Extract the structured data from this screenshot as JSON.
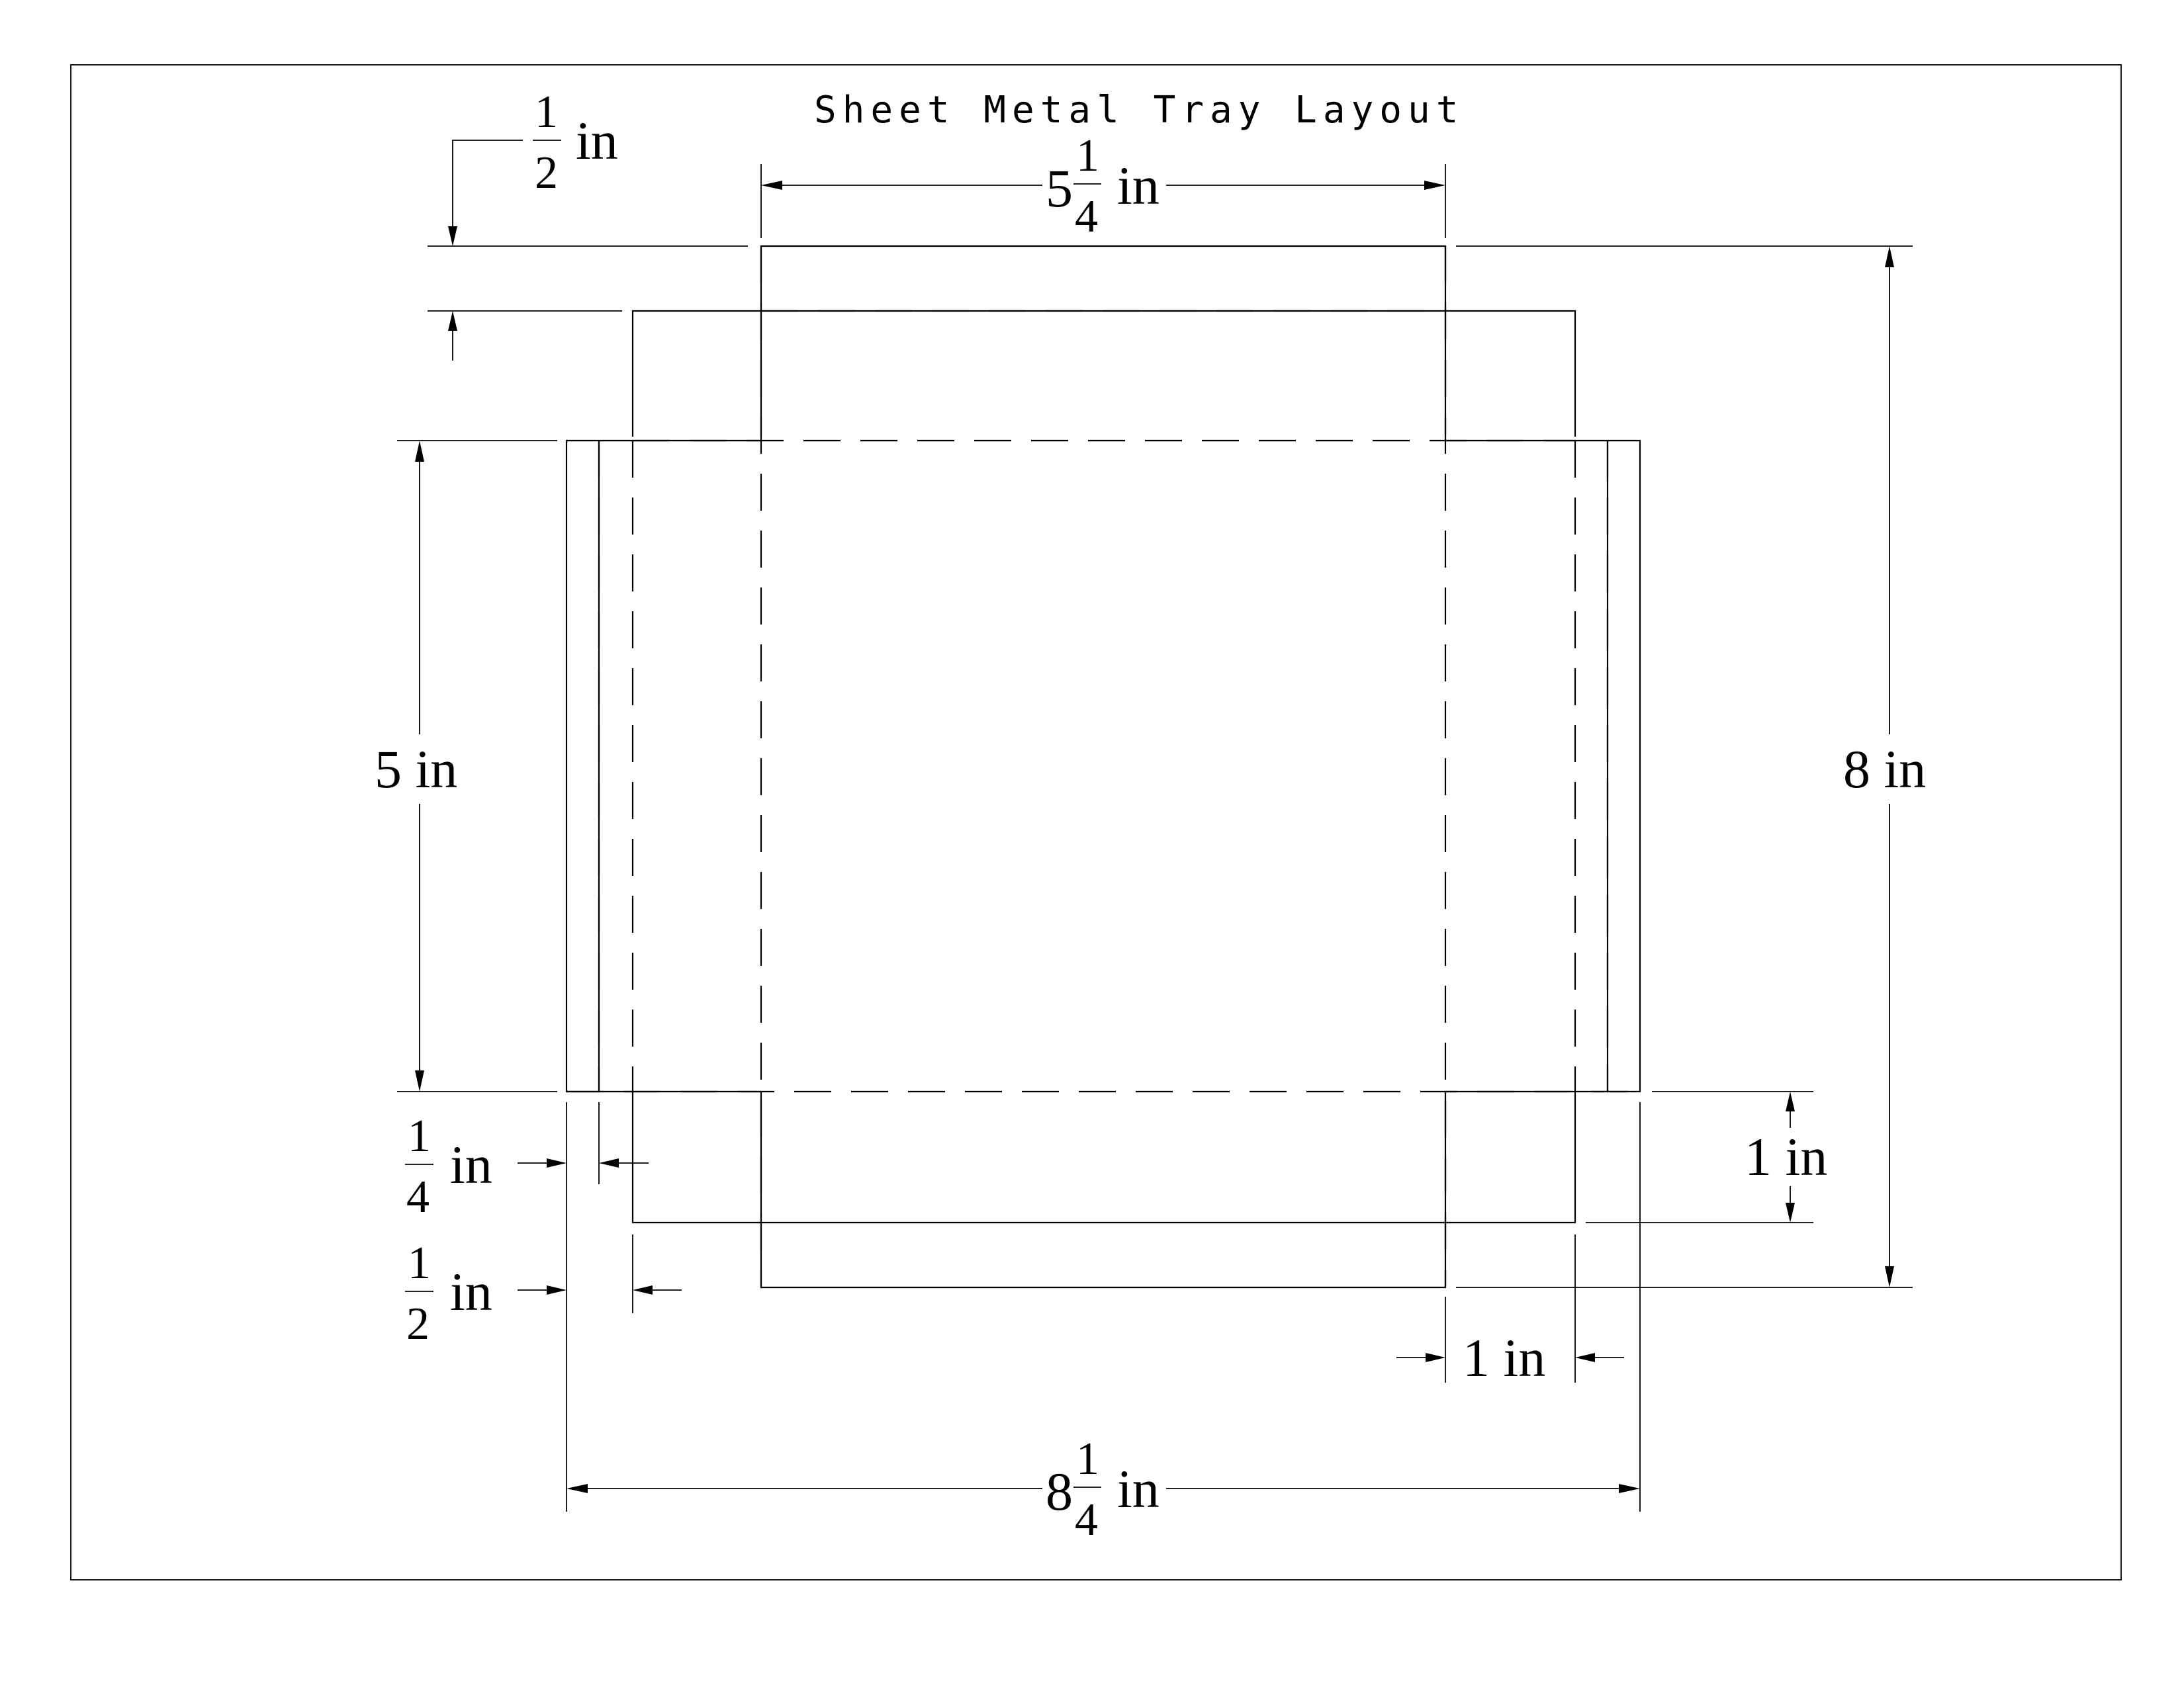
{
  "title": "Sheet Metal Tray Layout",
  "dimensions": {
    "top_flange": {
      "frac_num": "1",
      "frac_den": "2",
      "unit": "in"
    },
    "inner_width": {
      "whole": "5",
      "frac_num": "1",
      "frac_den": "4",
      "unit": "in"
    },
    "base_height": {
      "text": "5 in"
    },
    "total_height": {
      "text": "8 in"
    },
    "tab_quarter": {
      "frac_num": "1",
      "frac_den": "4",
      "unit": "in"
    },
    "tab_half": {
      "frac_num": "1",
      "frac_den": "2",
      "unit": "in"
    },
    "bottom_flange": {
      "text": "1 in"
    },
    "side_flange": {
      "text": "1 in"
    },
    "total_width": {
      "whole": "8",
      "frac_num": "1",
      "frac_den": "4",
      "unit": "in"
    }
  }
}
